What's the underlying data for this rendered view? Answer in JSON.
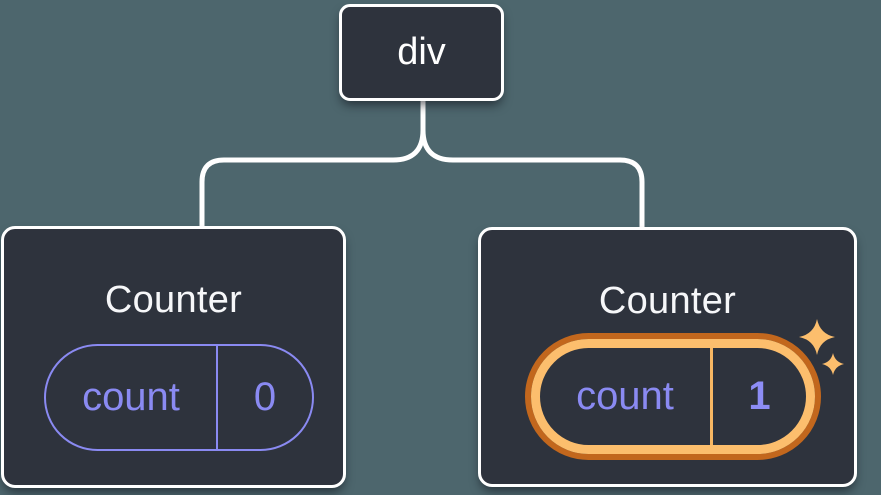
{
  "diagram": {
    "type": "component-tree",
    "background_color": "#4d666d",
    "node_fill_color": "#2e333d",
    "node_border_color": "#ffffff",
    "connector_color": "#ffffff",
    "root": {
      "label": "div"
    },
    "children": [
      {
        "label": "Counter",
        "state": {
          "key": "count",
          "value": "0"
        },
        "highlighted": false,
        "accent_color": "#8a8af2"
      },
      {
        "label": "Counter",
        "state": {
          "key": "count",
          "value": "1"
        },
        "highlighted": true,
        "accent_color": "#8a8af2",
        "value_color": "#8d8df6",
        "highlight_ring_color": "#fcbe6d",
        "highlight_outline_color": "#c2671d",
        "badge_icon": "sparkles-icon",
        "sparkle_color": "#fcbe6d"
      }
    ]
  }
}
